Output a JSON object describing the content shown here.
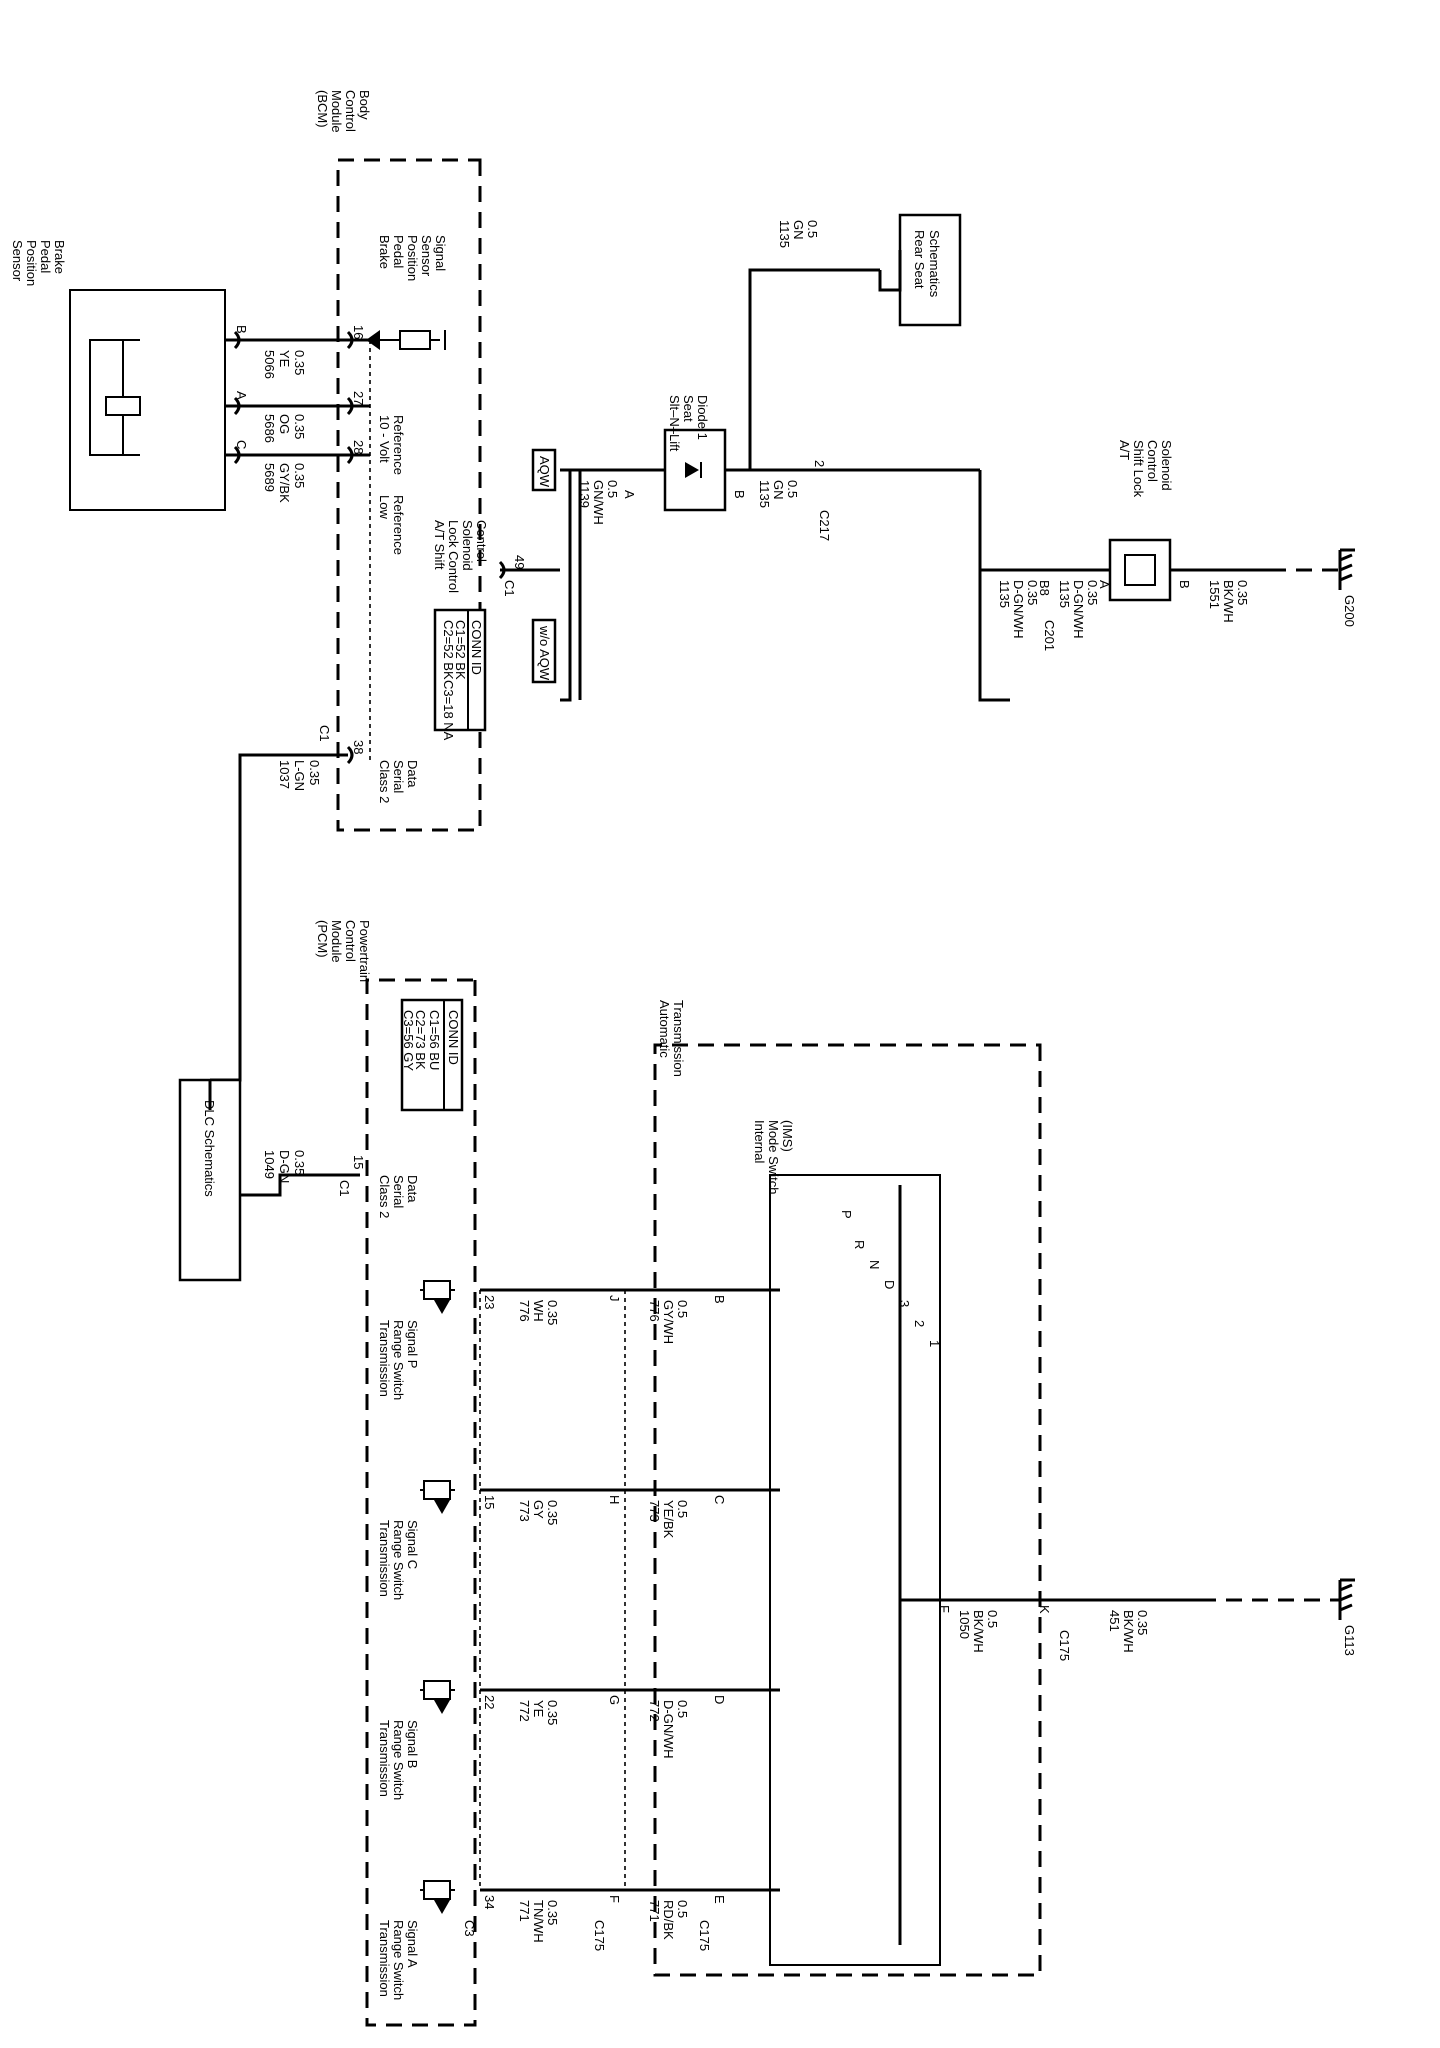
{
  "bcm": {
    "title": [
      "Body",
      "Control",
      "Module",
      "(BCM)"
    ],
    "pins": {
      "p16": "16",
      "p27": "27",
      "p28": "28",
      "p38": "38",
      "p49": "49"
    },
    "signals": {
      "brake_sig": [
        "Brake",
        "Pedal",
        "Position",
        "Sensor",
        "Signal"
      ],
      "ten_volt": [
        "10 - Volt",
        "Reference"
      ],
      "low_ref": [
        "Low",
        "Reference"
      ],
      "shift_lock": [
        "A/T Shift",
        "Lock Control",
        "Solenoid",
        "Control"
      ],
      "class2": [
        "Class 2",
        "Serial",
        "Data"
      ]
    },
    "conn_id": {
      "title": "CONN ID",
      "c1": "C1=52 BK",
      "c2": "C2=52 BK",
      "c3": "C3=18 NA"
    },
    "conn_c1": "C1"
  },
  "brake_sensor": {
    "title": [
      "Brake",
      "Pedal",
      "Position",
      "Sensor"
    ],
    "pins": {
      "b": "B",
      "a": "A",
      "c": "C"
    }
  },
  "wires_bcm": {
    "w5066": [
      "5066",
      "YE",
      "0.35"
    ],
    "w5686": [
      "5686",
      "OG",
      "0.35"
    ],
    "w5689": [
      "5689",
      "GY/BK",
      "0.35"
    ],
    "w1037": [
      "1037",
      "L-GN",
      "0.35"
    ]
  },
  "options": {
    "aqw": "AQW",
    "wo_aqw": "w/o AQW"
  },
  "seat": {
    "diode": [
      "Slt–N–Lift",
      "Seat",
      "Diode 1"
    ],
    "pin_a": "A",
    "pin_b": "B",
    "w1139": [
      "1139",
      "GN/WH",
      "0.5"
    ],
    "w1135a": [
      "1135",
      "GN",
      "0.5"
    ],
    "w1135b": [
      "1135",
      "GN",
      "0.5"
    ],
    "rear_seat": [
      "Rear Seat",
      "Schematics"
    ],
    "c217": "C217",
    "c217_pin": "2"
  },
  "solenoid": {
    "w1135c": [
      "1135",
      "D-GN/WH",
      "0.35"
    ],
    "w1135d": [
      "1135",
      "D-GN/WH",
      "0.35"
    ],
    "c201": "C201",
    "b8": "B8",
    "title": [
      "A/T",
      "Shift Lock",
      "Control",
      "Solenoid"
    ],
    "pin_a": "A",
    "pin_b": "B",
    "w1551": [
      "1551",
      "BK/WH",
      "0.35"
    ],
    "ground": "G200"
  },
  "pcm": {
    "title": [
      "Powertrain",
      "Control",
      "Module",
      "(PCM)"
    ],
    "conn_id": {
      "title": "CONN ID",
      "c1": "C1=56 BU",
      "c2": "C2=73 BK",
      "c3": "C3=56 GY"
    },
    "class2": [
      "Class 2",
      "Serial",
      "Data"
    ],
    "c1": "C1",
    "p15": "15",
    "w1049": [
      "1049",
      "D-GN",
      "0.35"
    ],
    "dlc": "DLC Schematics",
    "c3": "C3",
    "signals": {
      "p": [
        "Transmission",
        "Range Switch",
        "Signal P"
      ],
      "c": [
        "Transmission",
        "Range Switch",
        "Signal C"
      ],
      "b": [
        "Transmission",
        "Range Switch",
        "Signal B"
      ],
      "a": [
        "Transmission",
        "Range Switch",
        "Signal A"
      ]
    },
    "pins": {
      "p23": "23",
      "p15b": "15",
      "p22": "22",
      "p34": "34"
    }
  },
  "trans_wires": {
    "w776a": [
      "776",
      "WH",
      "0.35"
    ],
    "w773a": [
      "773",
      "GY",
      "0.35"
    ],
    "w772a": [
      "772",
      "YE",
      "0.35"
    ],
    "w771a": [
      "771",
      "TN/WH",
      "0.35"
    ],
    "w776b": [
      "776",
      "GY/WH",
      "0.5"
    ],
    "w773b": [
      "773",
      "YE/BK",
      "0.5"
    ],
    "w772b": [
      "772",
      "D-GN/WH",
      "0.5"
    ],
    "w771b": [
      "771",
      "RD/BK",
      "0.5"
    ],
    "pins_outer": {
      "j": "J",
      "h": "H",
      "g": "G",
      "f": "F"
    },
    "pins_inner": {
      "b": "B",
      "c": "C",
      "d": "D",
      "e": "E"
    },
    "c175a": "C175",
    "c175b": "C175"
  },
  "auto_trans": {
    "title": [
      "Automatic",
      "Transmission"
    ],
    "ims": [
      "Internal",
      "Mode Switch",
      "(IMS)"
    ],
    "pos": {
      "p": "P",
      "r": "R",
      "n": "N",
      "d": "D",
      "three": "3",
      "two": "2",
      "one": "1"
    },
    "w1050": [
      "1050",
      "BK/WH",
      "0.5"
    ],
    "pin_f": "F",
    "pin_k": "K",
    "c175": "C175",
    "w451": [
      "451",
      "BK/WH",
      "0.35"
    ],
    "ground": "G113"
  }
}
